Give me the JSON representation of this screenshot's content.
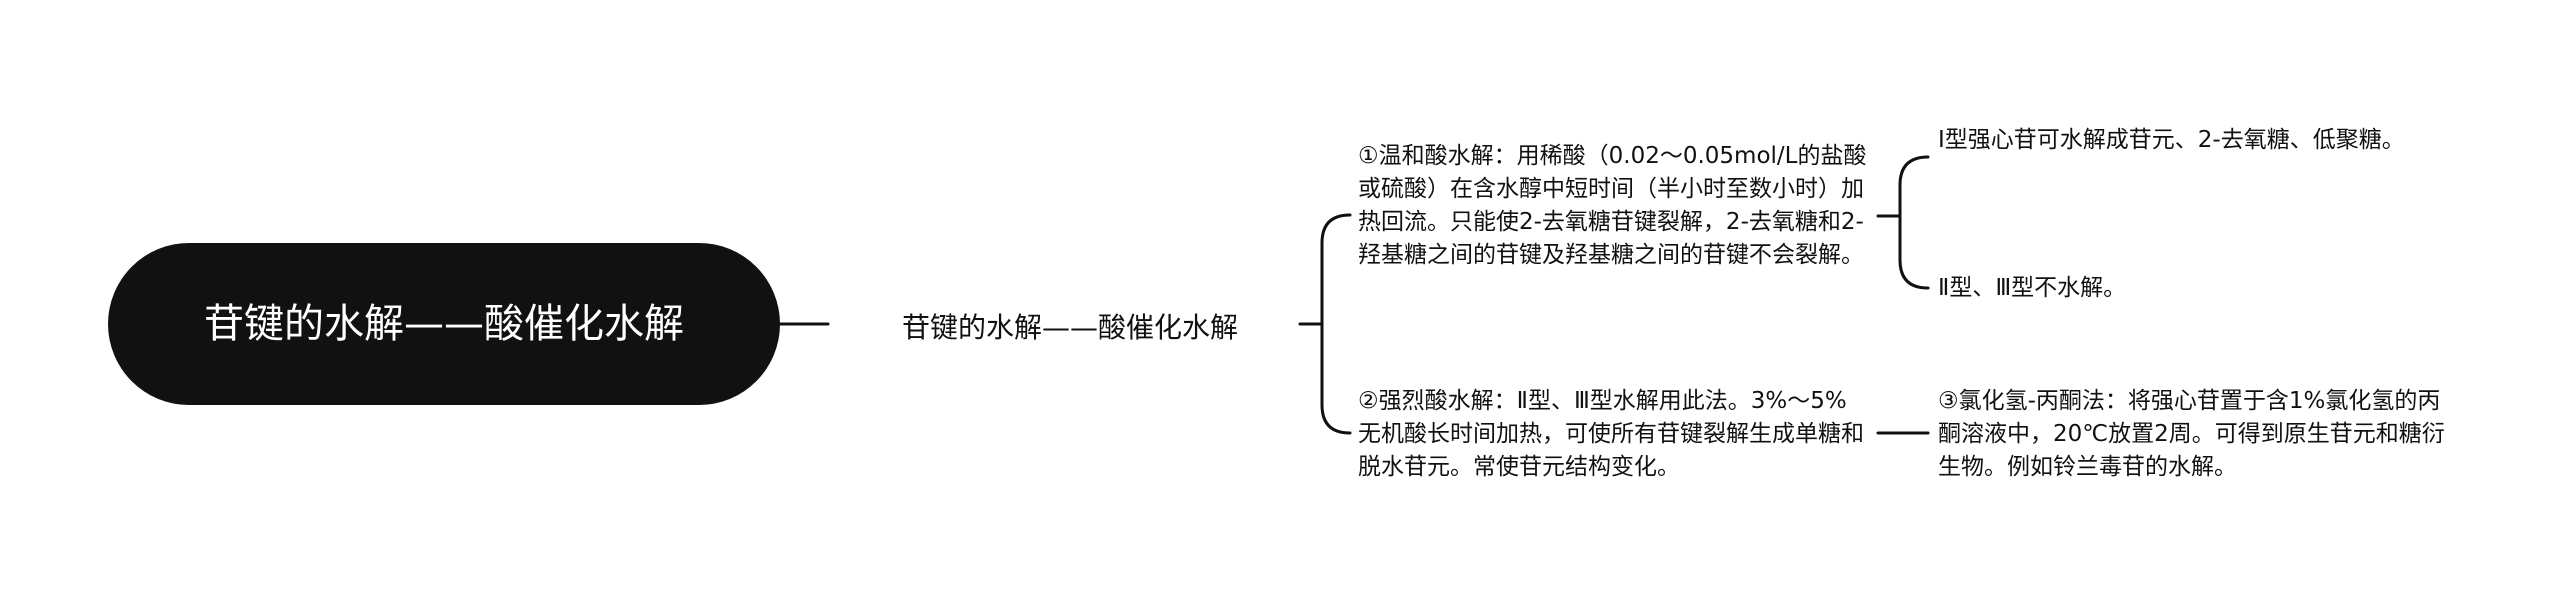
{
  "mindmap": {
    "root": {
      "label": "苷键的水解——酸催化水解"
    },
    "branch": {
      "label": "苷键的水解——酸催化水解"
    },
    "methods": [
      {
        "text": "①温和酸水解：用稀酸（0.02～0.05mol/L的盐酸或硫酸）在含水醇中短时间（半小时至数小时）加热回流。只能使2-去氧糖苷键裂解，2-去氧糖和2-羟基糖之间的苷键及羟基糖之间的苷键不会裂解。",
        "children": [
          {
            "text": "Ⅰ型强心苷可水解成苷元、2-去氧糖、低聚糖。"
          },
          {
            "text": "Ⅱ型、Ⅲ型不水解。"
          }
        ]
      },
      {
        "text": "②强烈酸水解：Ⅱ型、Ⅲ型水解用此法。3%～5%无机酸长时间加热，可使所有苷键裂解生成单糖和脱水苷元。常使苷元结构变化。",
        "children": [
          {
            "text": "③氯化氢-丙酮法：将强心苷置于含1%氯化氢的丙酮溶液中，20℃放置2周。可得到原生苷元和糖衍生物。例如铃兰毒苷的水解。"
          }
        ]
      }
    ],
    "colors": {
      "root_fill": "#111111",
      "root_text": "#ffffff",
      "line": "#111111",
      "text": "#111111"
    }
  }
}
